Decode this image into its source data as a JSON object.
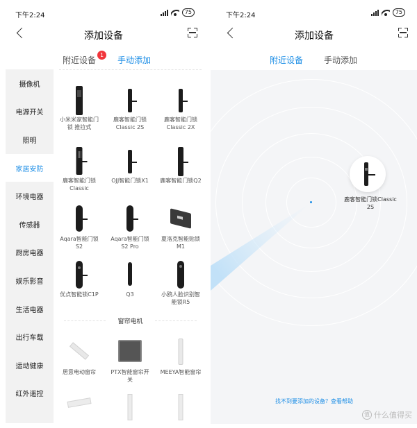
{
  "left": {
    "status": {
      "time": "下午2:24",
      "battery": "75"
    },
    "header": {
      "title": "添加设备"
    },
    "tabs": {
      "nearby": "附近设备",
      "nearby_badge": "1",
      "manual": "手动添加",
      "active": "manual"
    },
    "categories": [
      {
        "label": "摄像机",
        "active": false
      },
      {
        "label": "电源开关",
        "active": false
      },
      {
        "label": "照明",
        "active": false
      },
      {
        "label": "家居安防",
        "active": true
      },
      {
        "label": "环境电器",
        "active": false
      },
      {
        "label": "传感器",
        "active": false
      },
      {
        "label": "厨房电器",
        "active": false
      },
      {
        "label": "娱乐影音",
        "active": false
      },
      {
        "label": "生活电器",
        "active": false
      },
      {
        "label": "出行车载",
        "active": false
      },
      {
        "label": "运动健康",
        "active": false
      },
      {
        "label": "红外遥控",
        "active": false
      }
    ],
    "locks": [
      {
        "name": "小米米家智能门锁 推拉式",
        "icon": "smart-lock-icon"
      },
      {
        "name": "鹿客智能门锁Classic 2S",
        "icon": "smart-lock-icon"
      },
      {
        "name": "鹿客智能门锁Classic 2X",
        "icon": "smart-lock-icon"
      },
      {
        "name": "鹿客智能门锁Classic",
        "icon": "smart-lock-icon"
      },
      {
        "name": "OJJ智能门锁X1",
        "icon": "smart-lock-icon"
      },
      {
        "name": "鹿客智能门锁Q2",
        "icon": "smart-lock-icon"
      },
      {
        "name": "Aqara智能门锁 S2",
        "icon": "smart-lock-icon"
      },
      {
        "name": "Aqara智能门锁 S2 Pro",
        "icon": "smart-lock-icon"
      },
      {
        "name": "夏洛克智能贴锁M1",
        "icon": "smart-lock-icon"
      },
      {
        "name": "优点智能锁C1P",
        "icon": "smart-lock-icon"
      },
      {
        "name": "Q3",
        "icon": "smart-lock-icon"
      },
      {
        "name": "小鸥人脸识别智能锁R5",
        "icon": "smart-lock-icon"
      }
    ],
    "curtain_section": "窗帘电机",
    "curtains": [
      {
        "name": "居意电动窗帘",
        "icon": "curtain-motor-icon"
      },
      {
        "name": "PTX智能窗帘开关",
        "icon": "curtain-switch-icon"
      },
      {
        "name": "MEEYA智能窗帘",
        "icon": "curtain-motor-icon"
      }
    ]
  },
  "right": {
    "status": {
      "time": "下午2:24",
      "battery": "75"
    },
    "header": {
      "title": "添加设备"
    },
    "tabs": {
      "nearby": "附近设备",
      "manual": "手动添加",
      "active": "nearby"
    },
    "found_device": {
      "name": "鹿客智能门锁Classic 2S",
      "icon": "smart-lock-icon"
    },
    "help_link": "找不到要添加的设备？查看帮助"
  },
  "watermark": "什么值得买",
  "colors": {
    "accent": "#1d8ee6",
    "badge": "#f1353b",
    "sidebar": "#f2f2f2",
    "radar_bg": "#f4f5f7"
  }
}
